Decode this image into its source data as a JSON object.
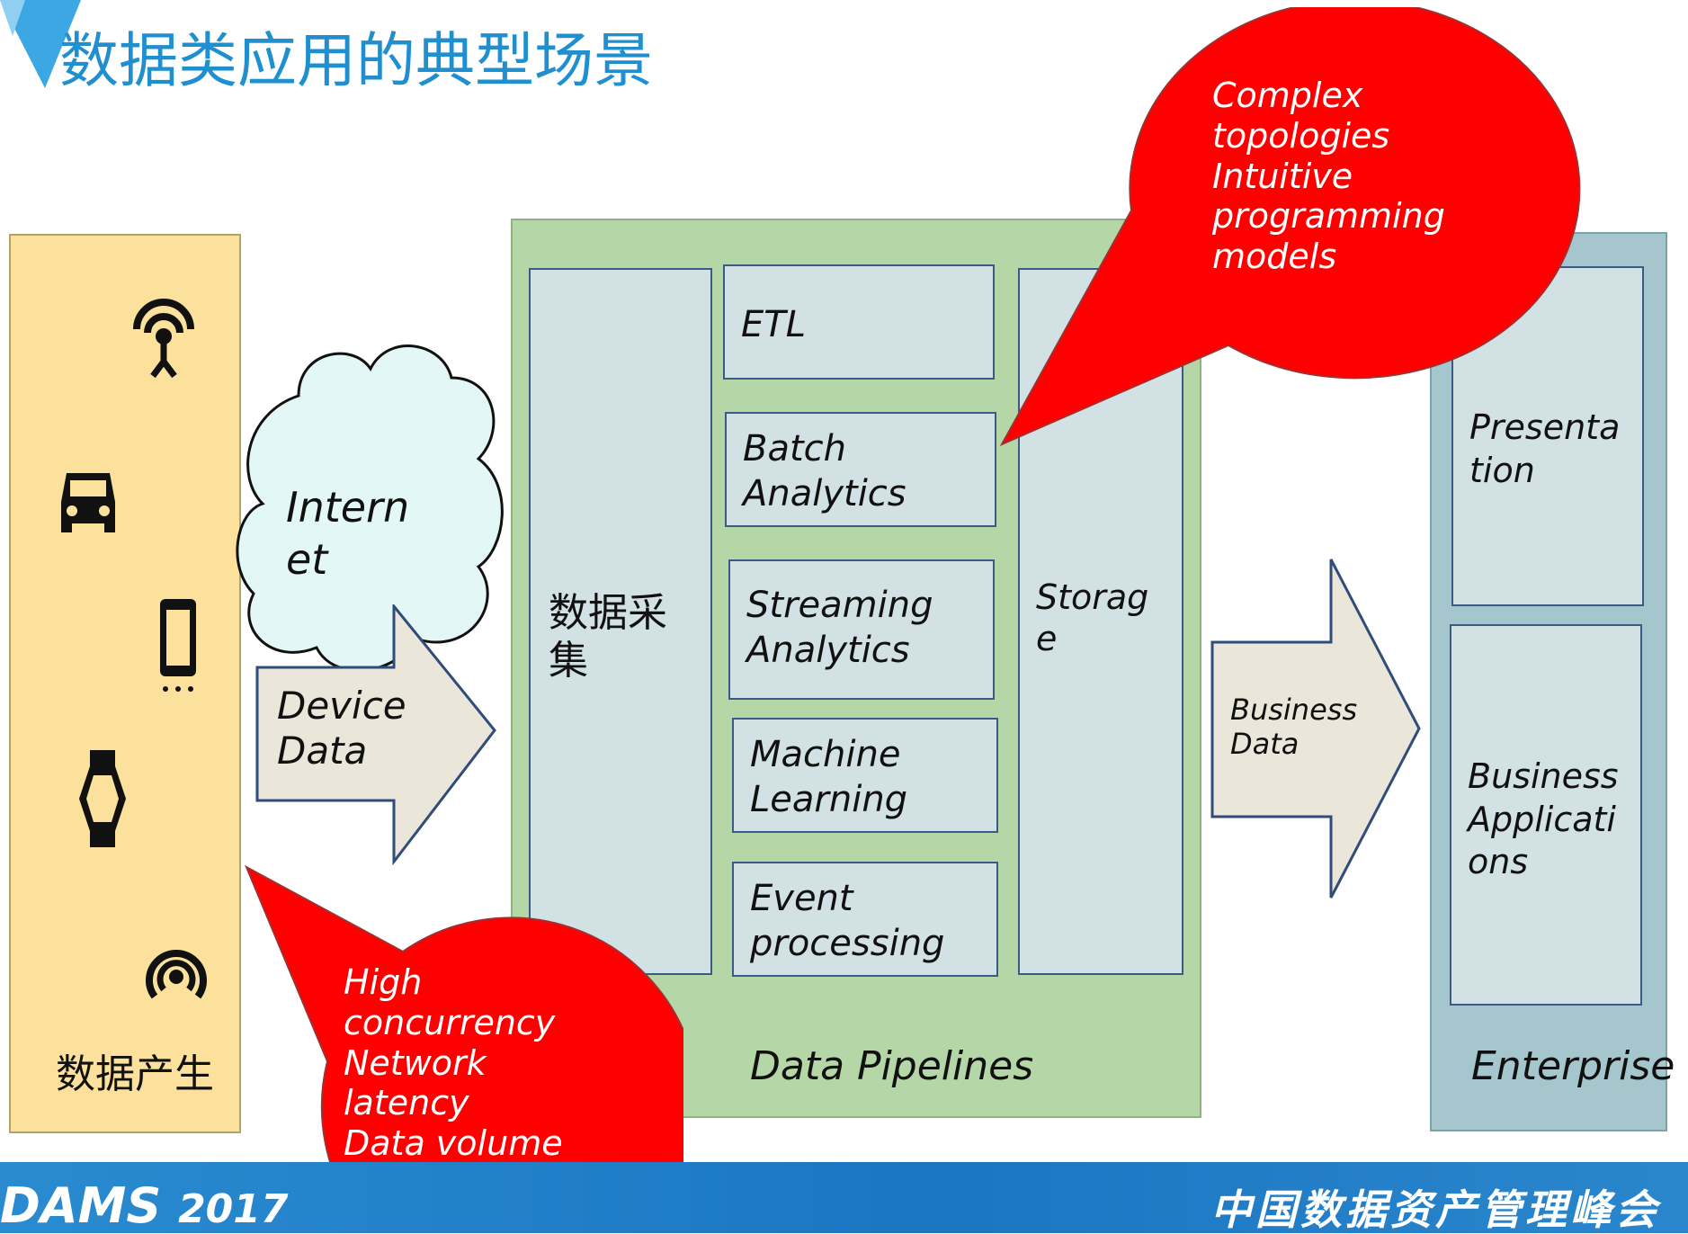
{
  "title": "数据类应用的典型场景",
  "source": {
    "label": "数据产生",
    "icons": [
      "antenna-icon",
      "car-icon",
      "phone-icon",
      "watch-icon",
      "sensor-icon"
    ]
  },
  "internet": {
    "label": "Intern\net"
  },
  "device_data": {
    "label": "Device\nData"
  },
  "pipelines": {
    "label": "Data Pipelines",
    "collect": "数据采\n集",
    "stages": [
      "ETL",
      "Batch\nAnalytics",
      "Streaming\nAnalytics",
      "Machine\nLearning",
      "Event\nprocessing"
    ],
    "storage": "Storag\ne"
  },
  "business_data": {
    "label": "Business\nData"
  },
  "enterprise": {
    "label": "Enterprise",
    "presentation": "Presenta\ntion",
    "apps": "Business\nApplicati\nons"
  },
  "bubble_top": "Complex\ntopologies\nIntuitive\nprogramming\nmodels",
  "bubble_bottom": "High\nconcurrency\nNetwork\nlatency\nData volume",
  "footer": {
    "logo": "DAMS",
    "year": "2017",
    "org": "中国数据资产管理峰会"
  },
  "colors": {
    "title": "#1f8fcf",
    "bubble": "#ff0000",
    "footer": "#1b76c2"
  }
}
